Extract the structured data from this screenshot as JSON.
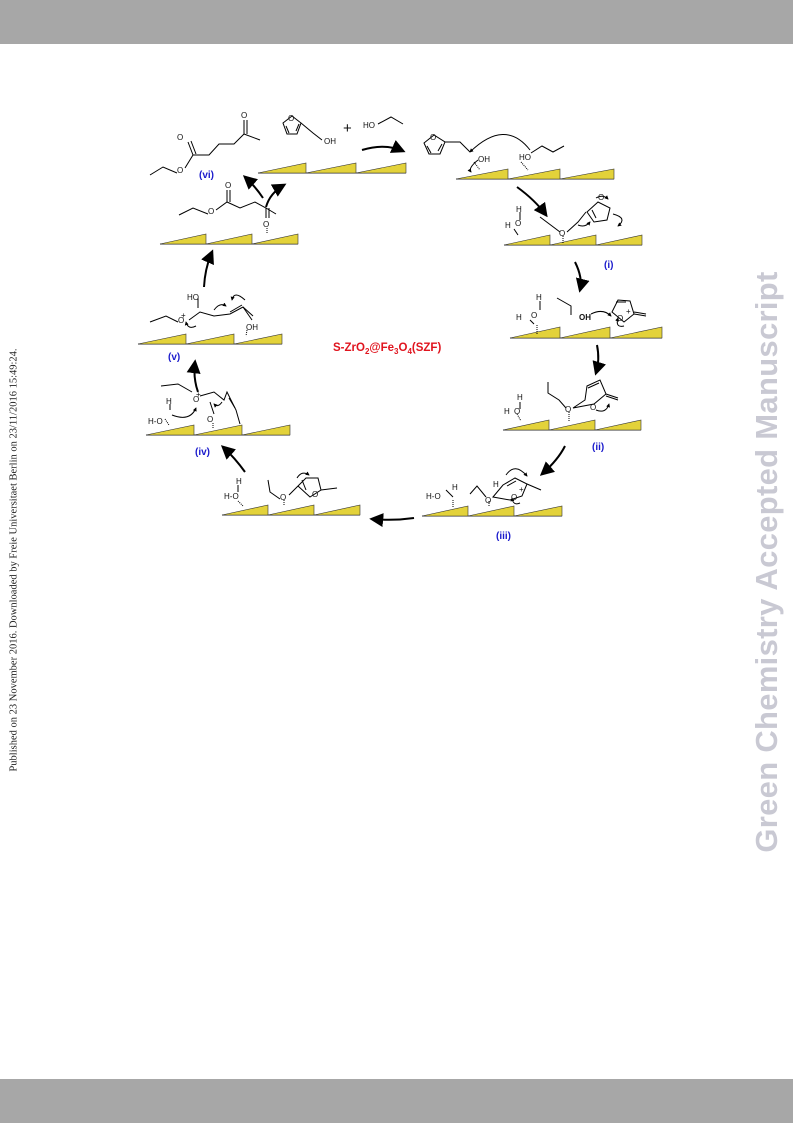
{
  "header": {
    "bar_color": "#a7a7a7"
  },
  "footer": {
    "bar_color": "#a7a7a7"
  },
  "side_note": "Published on 23 November 2016. Downloaded by Freie Universitaet Berlin on 23/11/2016 15:49:24.",
  "watermark": "Green Chemistry Accepted Manuscript",
  "scheme": {
    "catalyst_label": {
      "prefix": "S-ZrO",
      "sub1": "2",
      "mid": "@Fe",
      "sub2": "3",
      "mid2": "O",
      "sub3": "4",
      "suffix": "(SZF)"
    },
    "catalyst_color": "#e0141e",
    "step_color": "#1a1acc",
    "support_color": "#e3d23a",
    "steps": [
      "(i)",
      "(ii)",
      "(iii)",
      "(iv)",
      "(v)",
      "(vi)"
    ],
    "plus_sign": "+",
    "atoms": {
      "O": "O",
      "OH": "OH",
      "HO": "HO",
      "H": "H",
      "H_O": "H-O",
      "plus_charge": "+"
    }
  }
}
